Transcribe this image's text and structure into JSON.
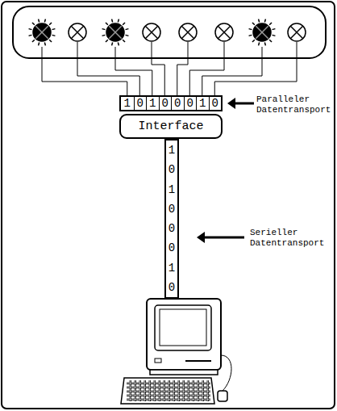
{
  "diagram": {
    "nodes": [
      {
        "text": [
          "1",
          "0",
          "1",
          "0",
          "0",
          "0",
          "1",
          "0"
        ]
      },
      {
        "text": [
          "Interface"
        ]
      },
      {
        "text": [
          "1",
          "0",
          "1",
          "0",
          "0",
          "0",
          "1",
          "0"
        ]
      }
    ],
    "labels": [
      "Paralleler Datentransport",
      "Serieller Datentransport"
    ]
  }
}
